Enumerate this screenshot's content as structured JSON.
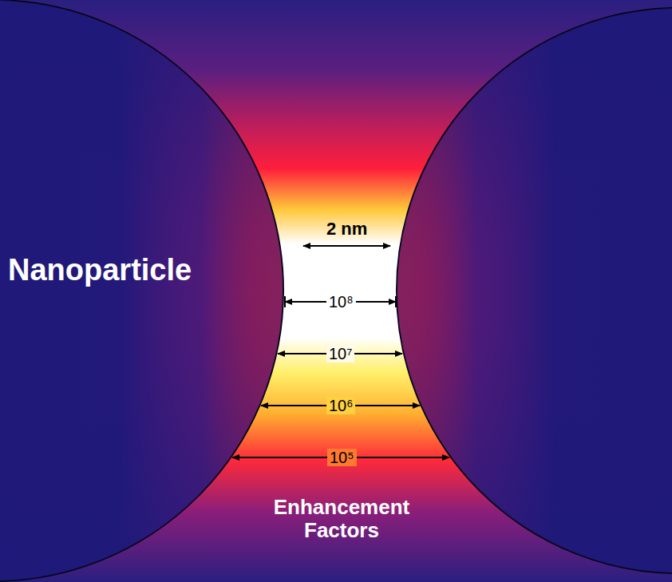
{
  "diagram": {
    "nodes": [
      {
        "text": [
          "Nanoparticle"
        ]
      }
    ],
    "labels": [
      "2 nm",
      "10⁸",
      "10⁷",
      "10⁶",
      "10⁵",
      "Enhancement Factors"
    ]
  }
}
